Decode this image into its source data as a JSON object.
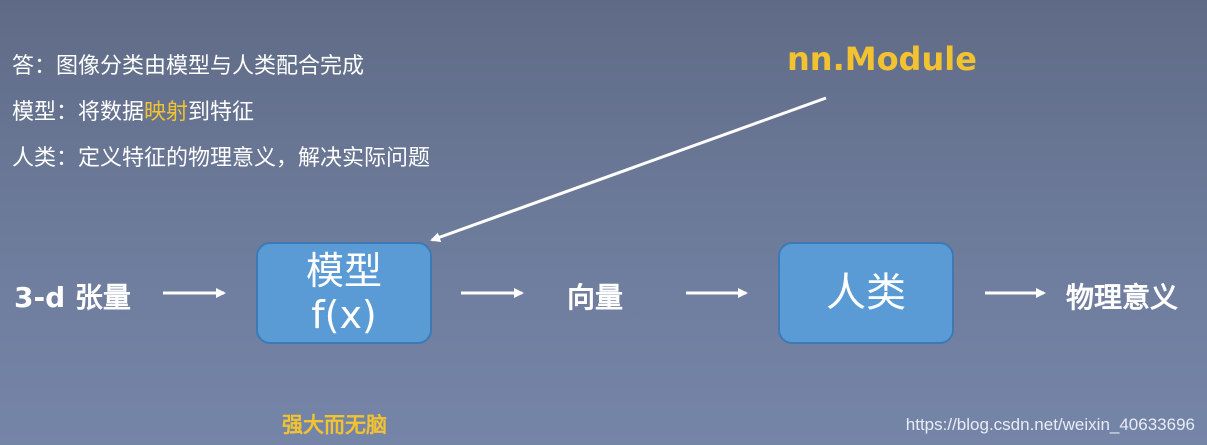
{
  "text": {
    "answer_line": "答：图像分类由模型与人类配合完成",
    "model_line_prefix": "模型：将数据",
    "model_line_highlight": "映射",
    "model_line_suffix": "到特征",
    "human_line": "人类：定义特征的物理意义，解决实际问题"
  },
  "diagram": {
    "module_label": "nn.Module",
    "input_label": "3-d 张量",
    "model_box_title": "模型",
    "model_box_formula": "f(x)",
    "vector_label": "向量",
    "human_box_label": "人类",
    "output_label": "物理意义",
    "caption": "强大而无脑"
  },
  "watermark": "https://blog.csdn.net/weixin_40633696",
  "colors": {
    "highlight": "#f2c231",
    "box_fill": "#5b9bd5",
    "box_border": "#3d79b5",
    "text": "#ffffff"
  }
}
